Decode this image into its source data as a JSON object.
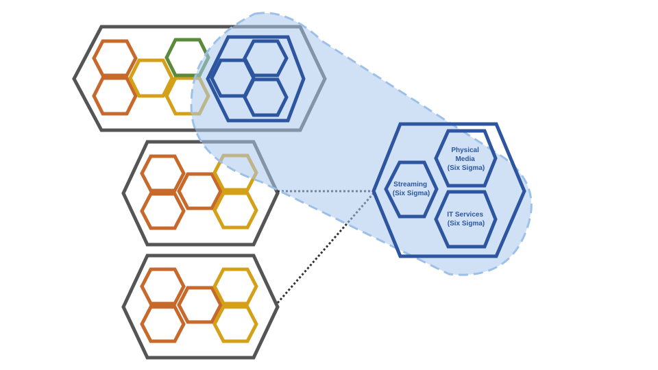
{
  "colors": {
    "outer_hex": "#555555",
    "orange": "#C8692C",
    "yellow": "#D4A017",
    "green": "#5A8A3A",
    "blue": "#2E56A0",
    "highlight_fill": "#A9C8EC",
    "highlight_stroke": "#9DC0E8",
    "label_text": "#2E56A0",
    "connector": "#333333"
  },
  "zoom_cluster": {
    "units": [
      {
        "line1": "Physical",
        "line2": "Media",
        "line3": "(Six Sigma)"
      },
      {
        "line1": "Streaming",
        "line2": "(Six Sigma)",
        "line3": ""
      },
      {
        "line1": "IT Services",
        "line2": "(Six Sigma)",
        "line3": ""
      }
    ]
  }
}
